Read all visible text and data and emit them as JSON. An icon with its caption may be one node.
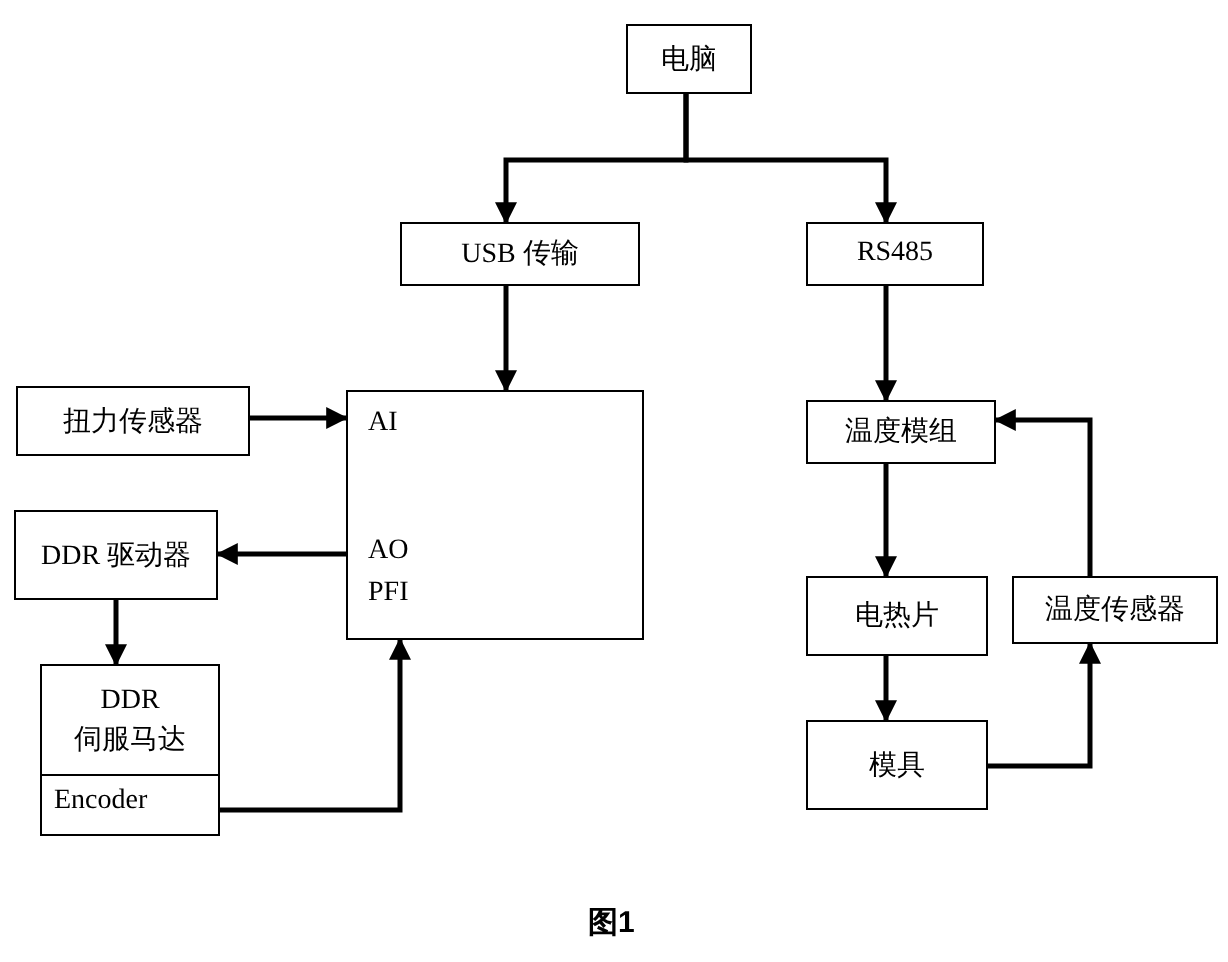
{
  "diagram": {
    "caption": "图1",
    "nodes": [
      {
        "text": [
          "电脑"
        ]
      },
      {
        "text": [
          "USB 传输"
        ]
      },
      {
        "text": [
          "RS485"
        ]
      },
      {
        "text": [
          "AI",
          "AO",
          "PFI"
        ]
      },
      {
        "text": [
          "扭力传感器"
        ]
      },
      {
        "text": [
          "DDR 驱动器"
        ]
      },
      {
        "text": [
          "DDR 伺服马达",
          "Encoder"
        ]
      },
      {
        "text": [
          "温度模组"
        ]
      },
      {
        "text": [
          "电热片"
        ]
      },
      {
        "text": [
          "温度传感器"
        ]
      },
      {
        "text": [
          "模具"
        ]
      }
    ],
    "edges": [
      {
        "from": 0,
        "to": 1,
        "arrow": "to"
      },
      {
        "from": 0,
        "to": 2,
        "arrow": "to"
      },
      {
        "from": 1,
        "to": 3,
        "arrow": "to"
      },
      {
        "from": 4,
        "to": 3,
        "arrow": "to"
      },
      {
        "from": 3,
        "to": 5,
        "arrow": "to"
      },
      {
        "from": 5,
        "to": 6,
        "arrow": "to"
      },
      {
        "from": 6,
        "to": 3,
        "arrow": "to"
      },
      {
        "from": 2,
        "to": 7,
        "arrow": "to"
      },
      {
        "from": 7,
        "to": 8,
        "arrow": "to"
      },
      {
        "from": 8,
        "to": 10,
        "arrow": "to"
      },
      {
        "from": 10,
        "to": 9,
        "arrow": "to"
      },
      {
        "from": 9,
        "to": 7,
        "arrow": "to"
      }
    ]
  }
}
